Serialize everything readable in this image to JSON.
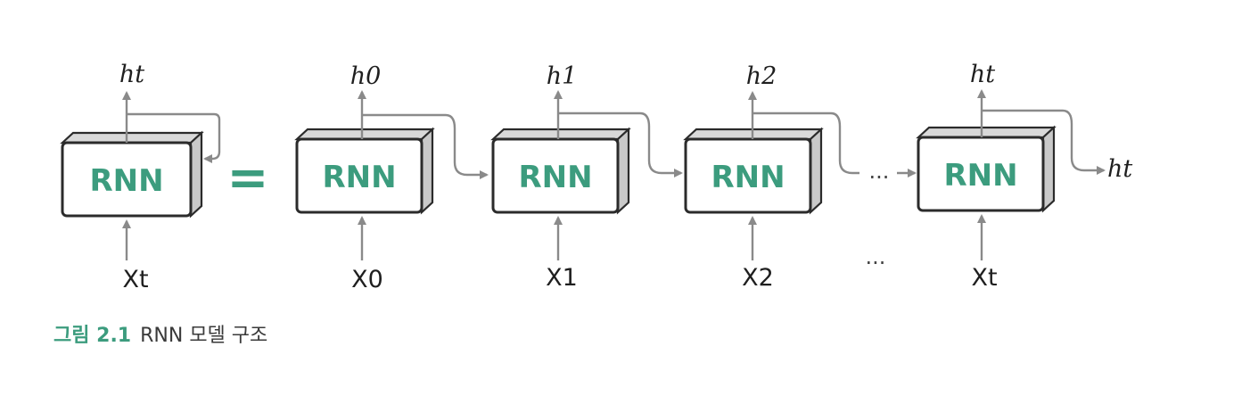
{
  "diagram": {
    "cell_label": "RNN",
    "equals": "=",
    "folded": {
      "output": "ht",
      "input": "Xt"
    },
    "cells": [
      {
        "output": "h0",
        "input": "X0"
      },
      {
        "output": "h1",
        "input": "X1"
      },
      {
        "output": "h2",
        "input": "X2"
      },
      {
        "output": "ht",
        "input": "Xt"
      }
    ],
    "ellipsis": "...",
    "final_output": "ht"
  },
  "caption": {
    "number": "그림 2.1",
    "text": "RNN 모델 구조"
  },
  "colors": {
    "accent": "#3c9c7e",
    "arrow": "#8a8a8a",
    "box_side": "#c9c9c9"
  }
}
